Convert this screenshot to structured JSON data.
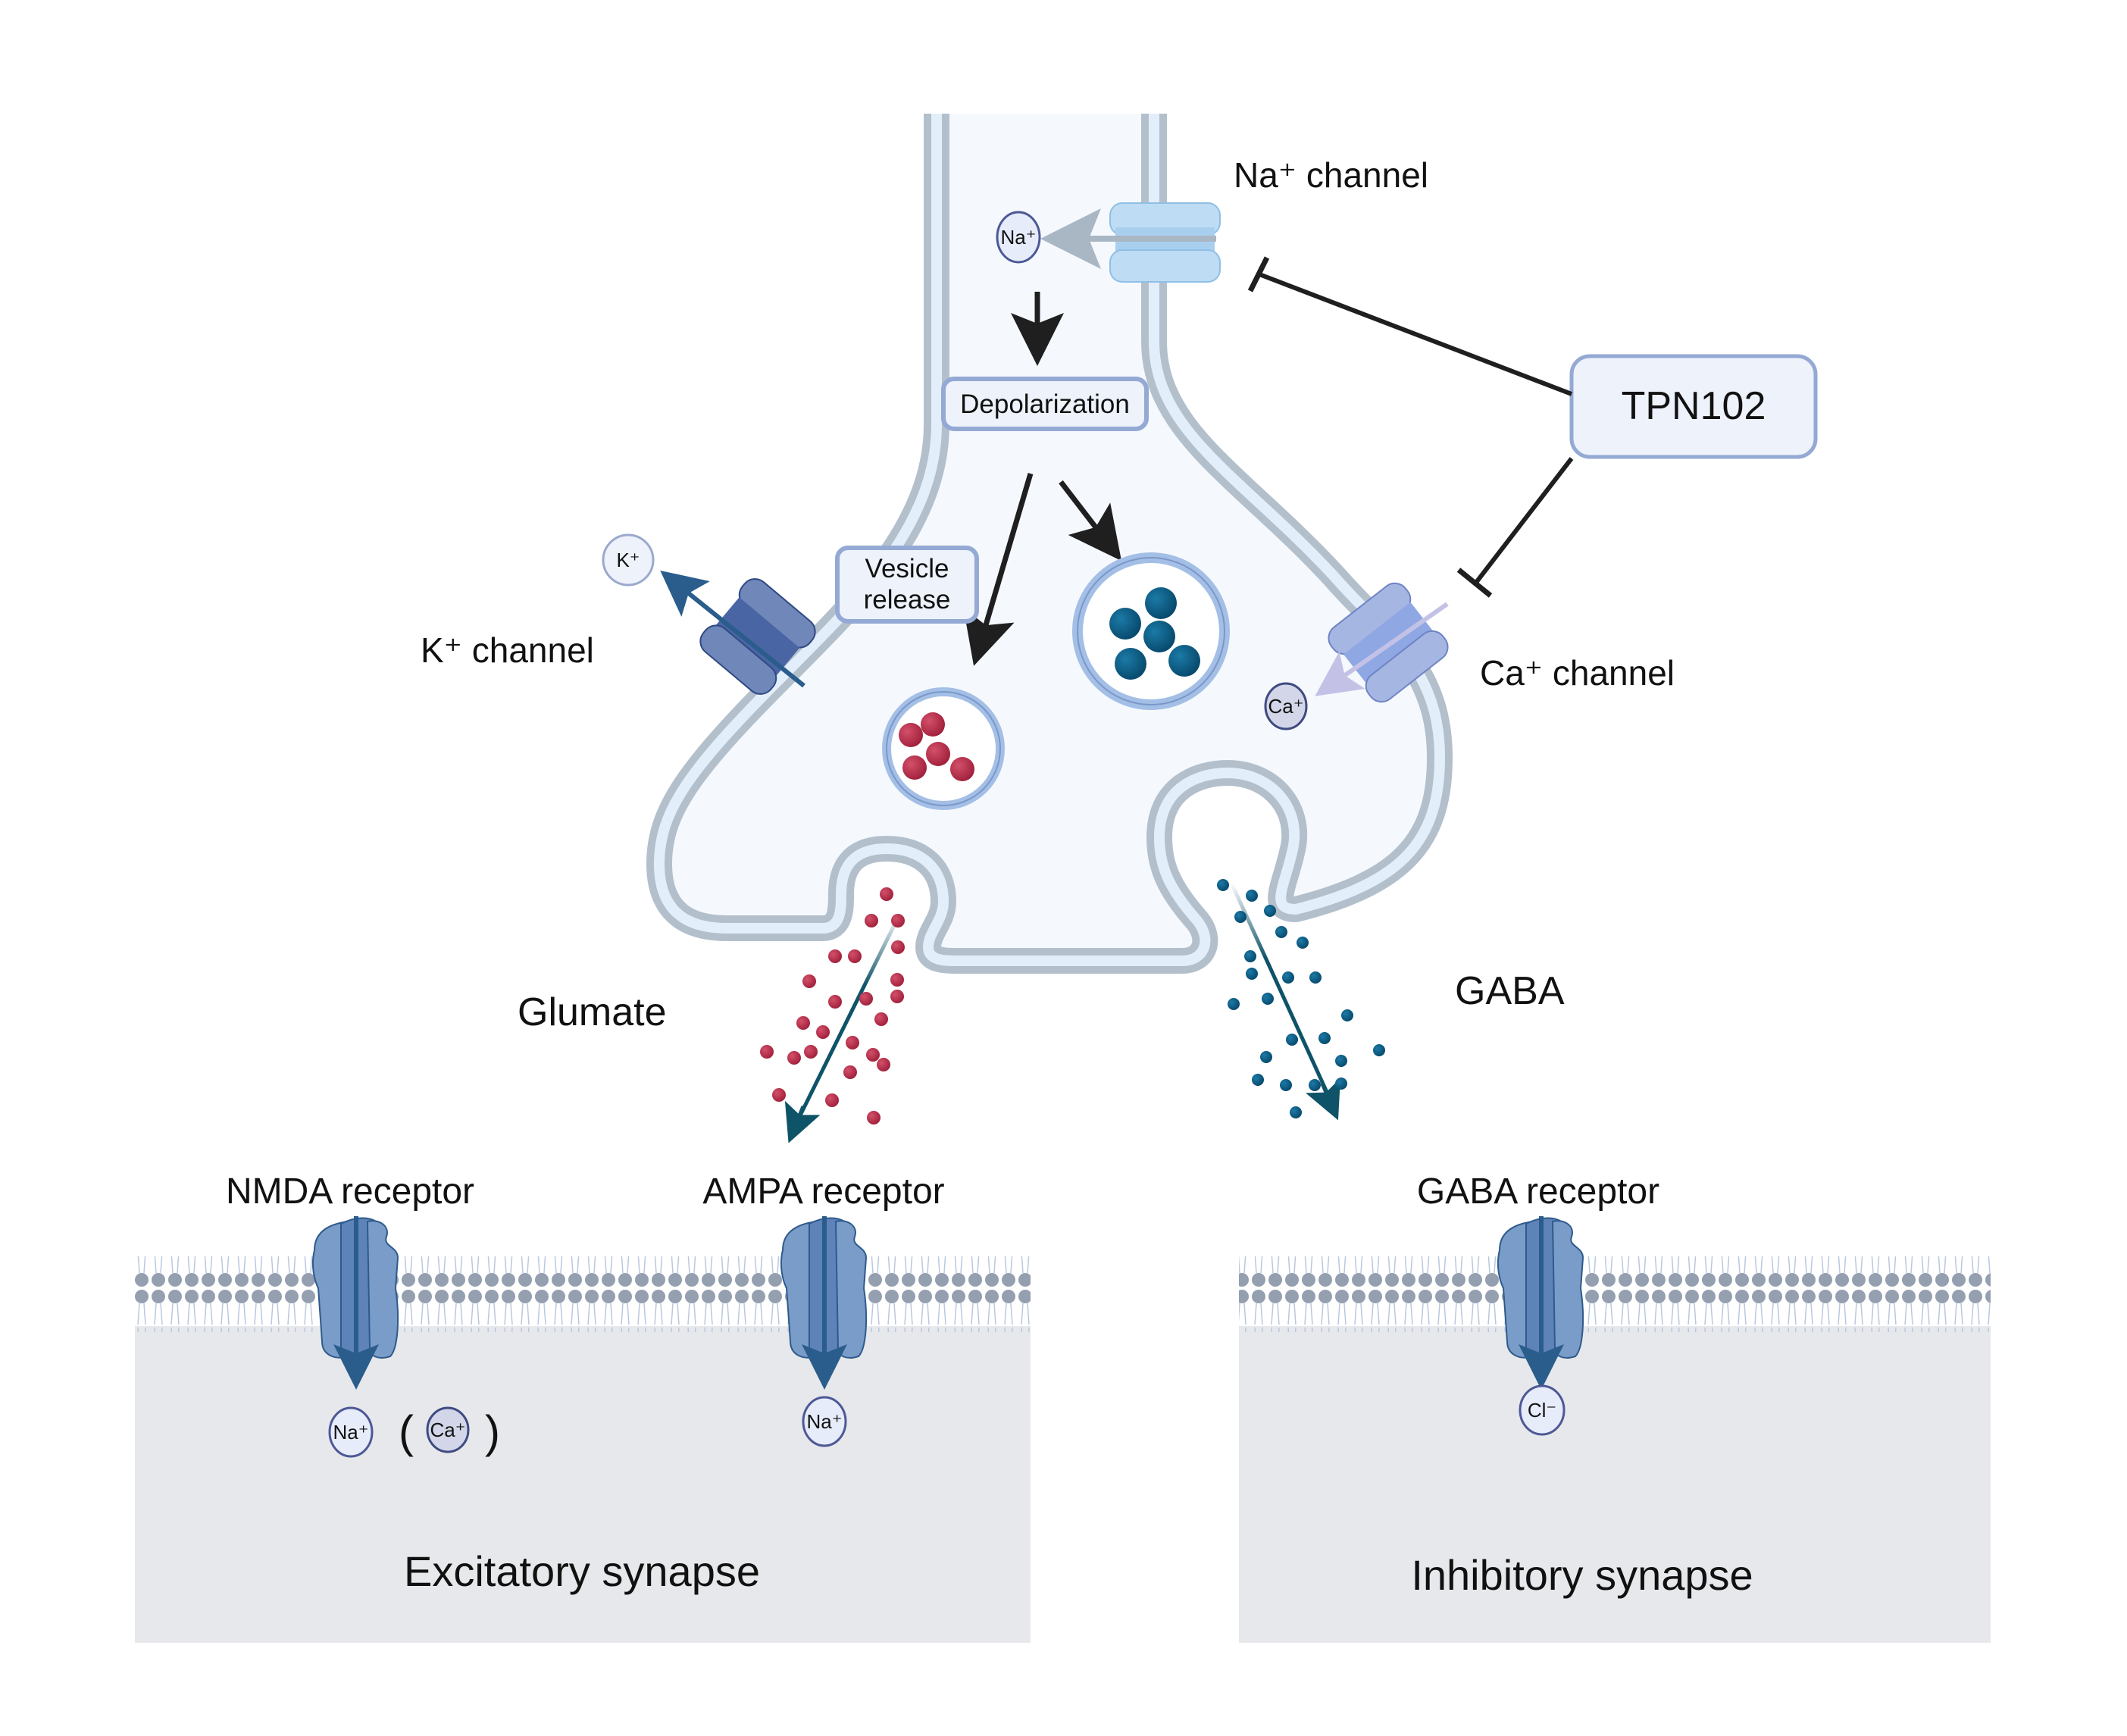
{
  "labels": {
    "na_channel": "Na⁺ channel",
    "k_channel": "K⁺ channel",
    "ca_channel": "Ca⁺ channel",
    "glutamate": "Glumate",
    "gaba": "GABA",
    "nmda_receptor": "NMDA receptor",
    "ampa_receptor": "AMPA receptor",
    "gaba_receptor": "GABA receptor",
    "excitatory_synapse": "Excitatory synapse",
    "inhibitory_synapse": "Inhibitory synapse"
  },
  "boxes": {
    "depolarization": "Depolarization",
    "vesicle_release_line1": "Vesicle",
    "vesicle_release_line2": "release",
    "drug": "TPN102"
  },
  "ions": {
    "na_in": "Na⁺",
    "k_out": "K⁺",
    "ca_in": "Ca⁺",
    "nmda_na": "Na⁺",
    "nmda_ca": "Ca⁺",
    "ampa_na": "Na⁺",
    "gaba_cl": "Cl⁻",
    "paren_open": "(",
    "paren_close": ")"
  },
  "relations": [
    {
      "from": "TPN102",
      "to": "Na⁺ channel",
      "type": "inhibits"
    },
    {
      "from": "TPN102",
      "to": "Ca⁺ channel",
      "type": "inhibits"
    },
    {
      "from": "Na⁺ influx",
      "to": "Depolarization",
      "type": "leads-to"
    },
    {
      "from": "Depolarization",
      "to": "Vesicle release",
      "type": "leads-to"
    }
  ],
  "colors": {
    "membrane_outer": "#b3c0cc",
    "membrane_inner": "#e3eefb",
    "cytoplasm": "#f5f9fe",
    "box_fill": "#edf2fb",
    "box_stroke": "#94a9d3",
    "na_channel": "#bedcf3",
    "k_channel": "#5b77ae",
    "ca_channel": "#a5b6e2",
    "glutamate": "#b02a45",
    "gaba_dot": "#0b5f8a",
    "receptor": "#7a9cc8",
    "receptor_arrow": "#2a5d8c",
    "postsynaptic_bg": "#e7e8eb",
    "lipid_head": "#949fb0",
    "ion_fill": "#e6ecfa",
    "ion_stroke": "#4d5896",
    "arrow_dark": "#1f1f1f",
    "release_arrow": "#0e5368"
  }
}
